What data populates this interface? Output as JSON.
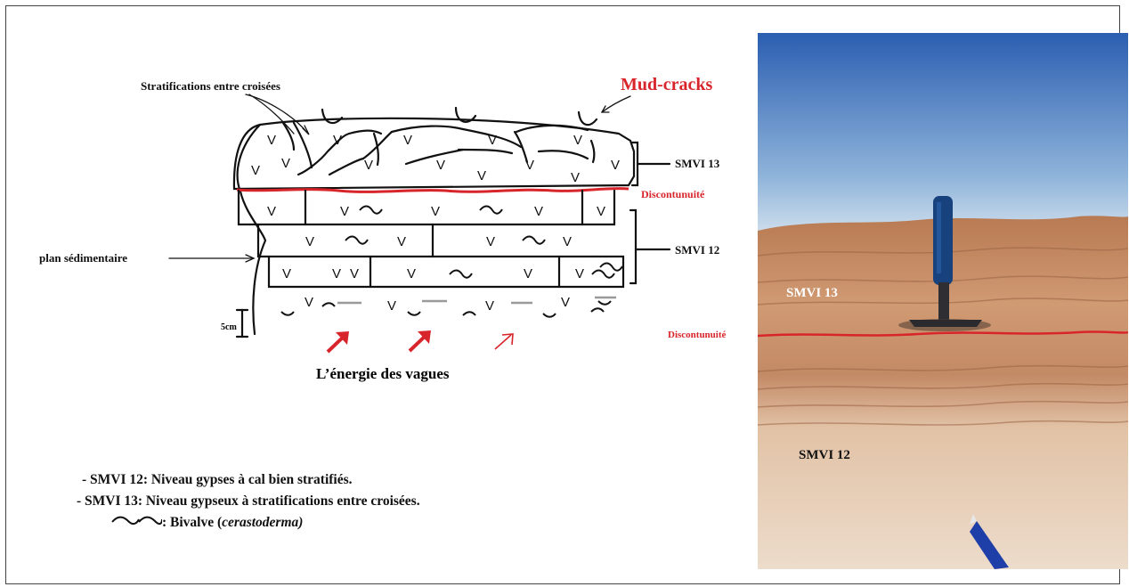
{
  "diagram": {
    "cross_bedding_label": "Stratifications entre croisées",
    "mud_cracks_label": "Mud-cracks",
    "smvi13_label": "SMVI 13",
    "discontinuity_label": "Discontunuité",
    "smvi12_label": "SMVI 12",
    "plan_label": "plan sédimentaire",
    "scale_label": "5cm",
    "wave_energy_label": "L’énergie des vagues",
    "gypsum_symbol": "V"
  },
  "legend": {
    "line1": "-   SMVI 12:  Niveau gypses à cal bien stratifiés.",
    "line2": "- SMVI 13: Niveau gypseux à stratifications entre croisées.",
    "line3_prefix": ":  Bivalve (",
    "line3_italic": "cerastoderma)"
  },
  "photo": {
    "smvi13_label": "SMVI 13",
    "discontinuity_label": "Discontunuité",
    "smvi12_label": "SMVI 12"
  },
  "colors": {
    "accent_red": "#d8252b",
    "sky_top": "#2c63b8",
    "sky_bottom": "#c9dcec",
    "rock": "#c98e66"
  }
}
